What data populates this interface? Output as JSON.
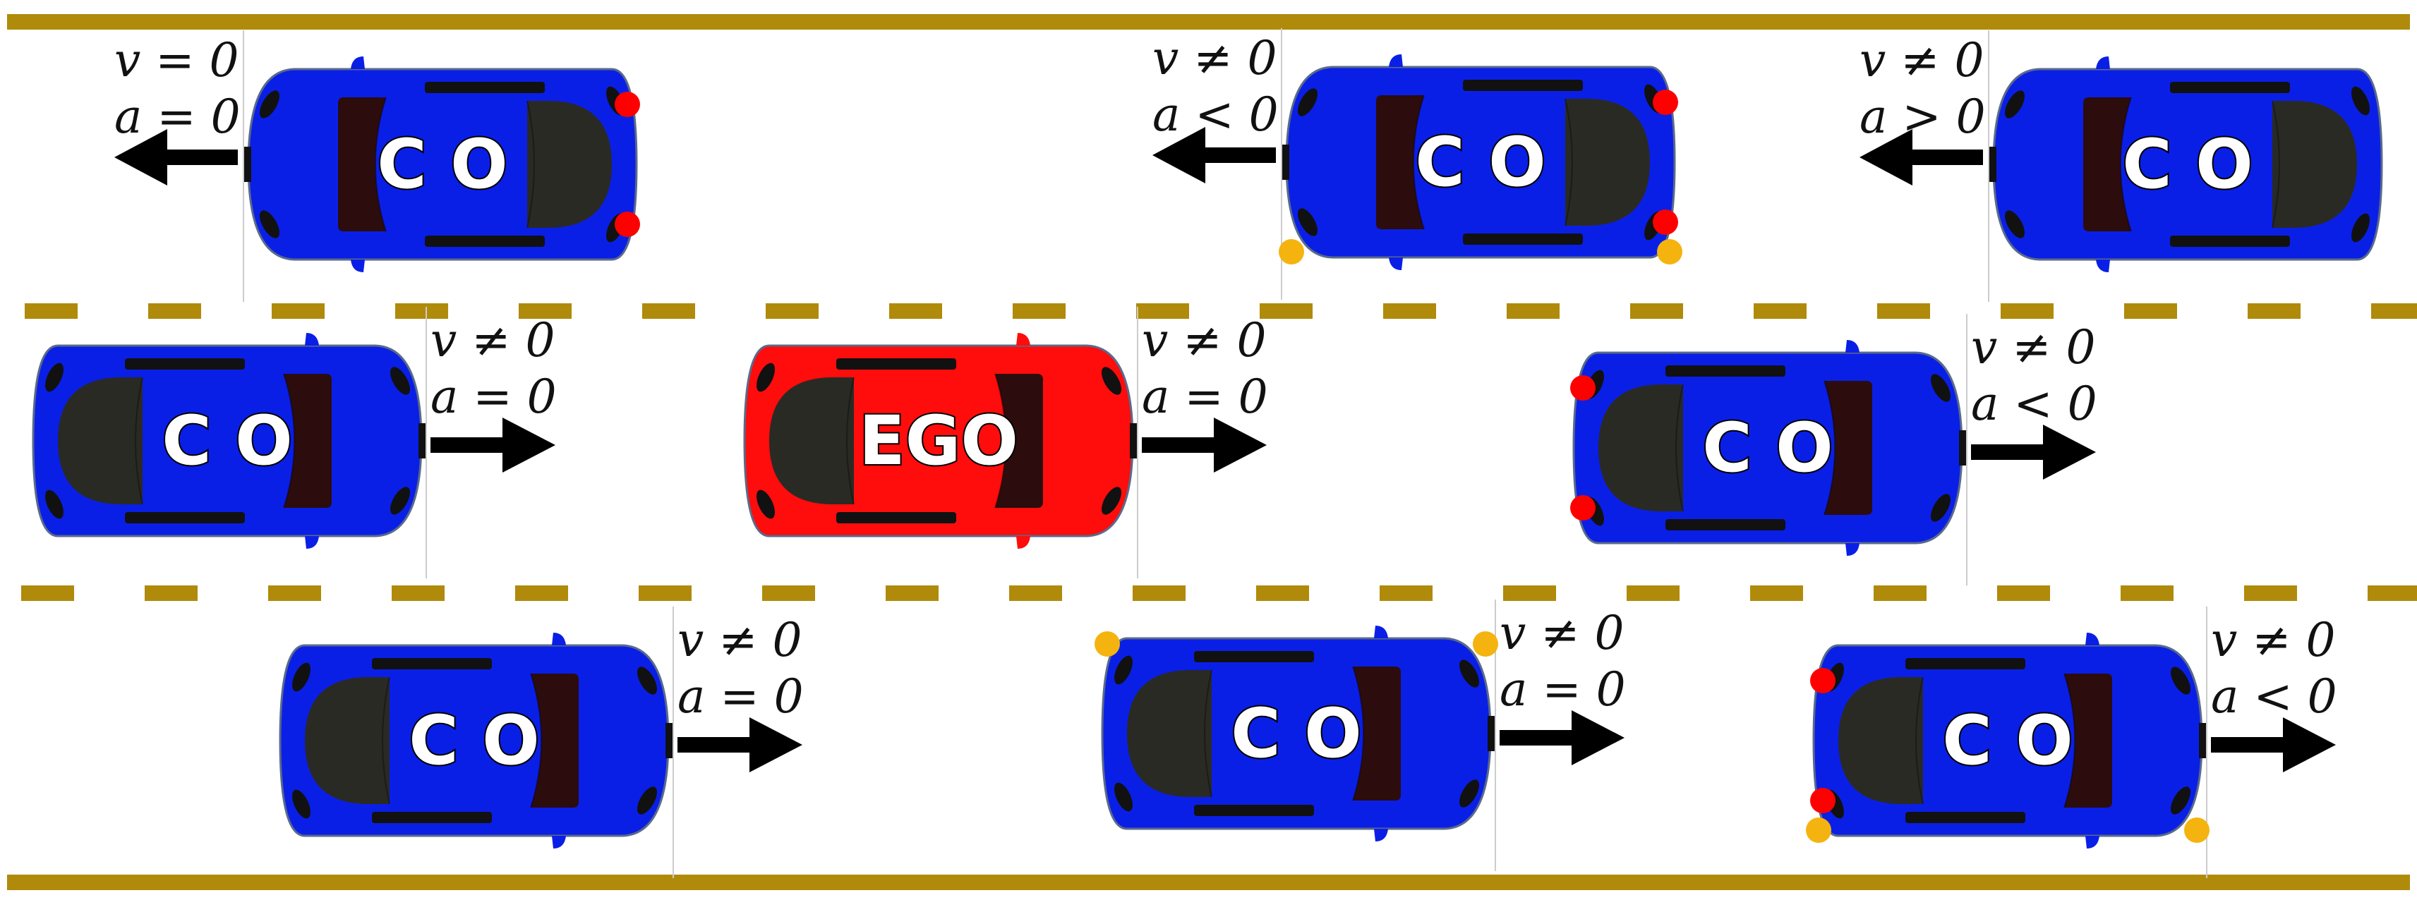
{
  "colors": {
    "road_edge": "#b08a0a",
    "lane_divider": "#b08a0a",
    "co_body": "#0a1fe6",
    "ego_body": "#ff0c0c",
    "cabin_dark": "#2a2a24",
    "window_dark": "#2c0c0c",
    "brake_light": "#ff0000",
    "indicator_light": "#f5b30f",
    "arrow": "#000000"
  },
  "cars": [
    {
      "id": "top-1",
      "label": "C O",
      "kind": "CO",
      "direction": "left",
      "v": "v = 0",
      "a": "a = 0",
      "lights": [
        "brake-rear-top",
        "brake-rear-bottom"
      ]
    },
    {
      "id": "top-2",
      "label": "C O",
      "kind": "CO",
      "direction": "left",
      "v": "v ≠ 0",
      "a": "a < 0",
      "lights": [
        "brake-rear-top",
        "brake-rear-bottom",
        "indicator-front-bottom",
        "indicator-rear-bottom"
      ]
    },
    {
      "id": "top-3",
      "label": "C O",
      "kind": "CO",
      "direction": "left",
      "v": "v ≠ 0",
      "a": "a > 0",
      "lights": []
    },
    {
      "id": "mid-1",
      "label": "C O",
      "kind": "CO",
      "direction": "right",
      "v": "v ≠ 0",
      "a": "a = 0",
      "lights": []
    },
    {
      "id": "mid-2",
      "label": "EGO",
      "kind": "EGO",
      "direction": "right",
      "v": "v ≠ 0",
      "a": "a = 0",
      "lights": []
    },
    {
      "id": "mid-3",
      "label": "C O",
      "kind": "CO",
      "direction": "right",
      "v": "v ≠ 0",
      "a": "a < 0",
      "lights": [
        "brake-rear-top",
        "brake-rear-bottom"
      ]
    },
    {
      "id": "bot-1",
      "label": "C O",
      "kind": "CO",
      "direction": "right",
      "v": "v ≠ 0",
      "a": "a = 0",
      "lights": []
    },
    {
      "id": "bot-2",
      "label": "C O",
      "kind": "CO",
      "direction": "right",
      "v": "v ≠ 0",
      "a": "a = 0",
      "lights": [
        "indicator-rear-top",
        "indicator-front-top"
      ]
    },
    {
      "id": "bot-3",
      "label": "C O",
      "kind": "CO",
      "direction": "right",
      "v": "v ≠ 0",
      "a": "a < 0",
      "lights": [
        "brake-rear-top",
        "brake-rear-bottom",
        "indicator-rear-bottom",
        "indicator-front-bottom"
      ]
    }
  ]
}
